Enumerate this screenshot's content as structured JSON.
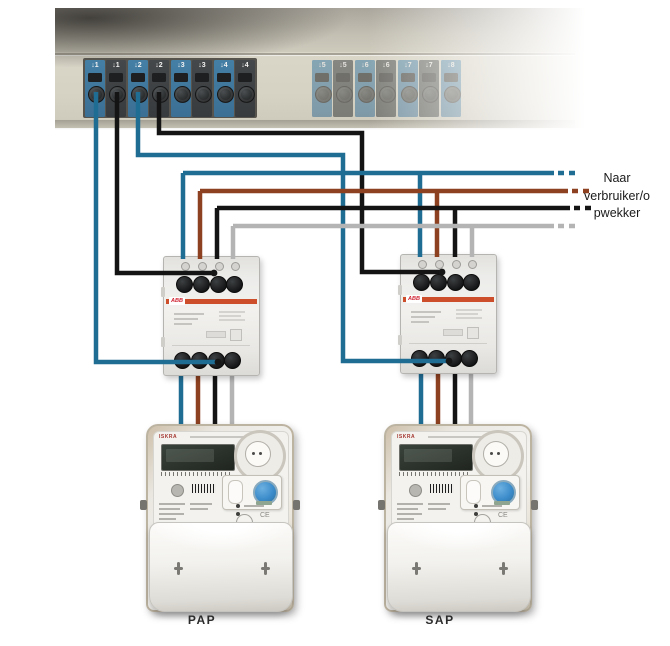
{
  "note": {
    "lines": [
      "Naar",
      "verbruiker/o",
      "pwekker"
    ]
  },
  "meters": [
    {
      "label": "PAP",
      "brand": "ISKRA",
      "ce_mark": "CE"
    },
    {
      "label": "SAP",
      "brand": "ISKRA",
      "ce_mark": "CE"
    }
  ],
  "contactors": [
    {
      "brand": "ABB"
    },
    {
      "brand": "ABB"
    }
  ],
  "terminal_strip": {
    "group1_labels": [
      "↓1",
      "↓1",
      "↓2",
      "↓2",
      "↓3",
      "↓3",
      "↓4",
      "↓4"
    ],
    "group2_labels": [
      "↓5",
      "↓5",
      "↓6",
      "↓6",
      "↓7",
      "↓7",
      "↓8"
    ]
  },
  "colors": {
    "wire_blue": "#206d94",
    "wire_brown": "#8d4120",
    "wire_black": "#141414",
    "wire_gray": "#b4b4b4",
    "terminal_blue": "#447fa5",
    "terminal_dark": "#45484a",
    "contactor_stripe": "#cd4e2b",
    "abb_red": "#cf2030",
    "meter_button_blue": "#3c8ccb",
    "panel_beige": "#d5d1c3"
  }
}
